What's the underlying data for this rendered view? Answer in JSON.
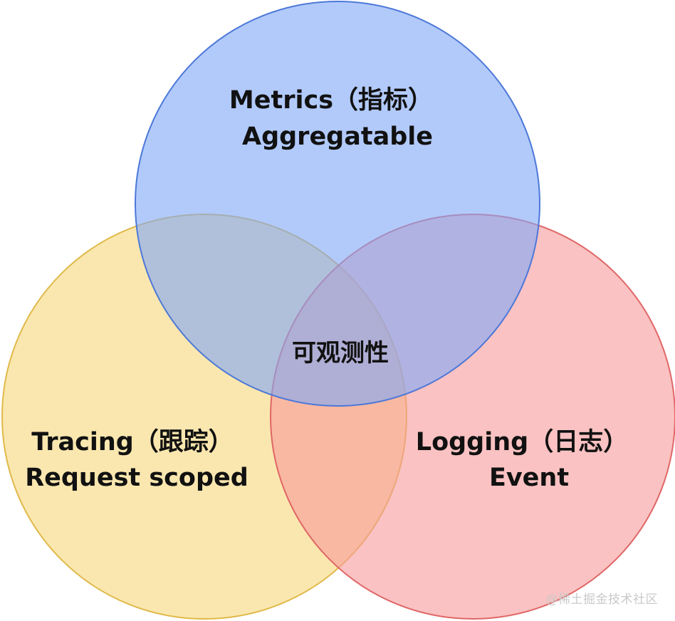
{
  "diagram": {
    "type": "venn",
    "center_label": "可观测性",
    "sets": [
      {
        "id": "metrics",
        "title": "Metrics（指标）",
        "subtitle": "Aggregatable",
        "color": "#7fa7f7",
        "stroke": "#4c78d8"
      },
      {
        "id": "tracing",
        "title": "Tracing（跟踪）",
        "subtitle": "Request scoped",
        "color": "#f7d77a",
        "stroke": "#e0b94a"
      },
      {
        "id": "logging",
        "title": "Logging（日志）",
        "subtitle": "Event",
        "color": "#f79a9a",
        "stroke": "#e06666"
      }
    ]
  },
  "watermark": "@稀土掘金技术社区"
}
